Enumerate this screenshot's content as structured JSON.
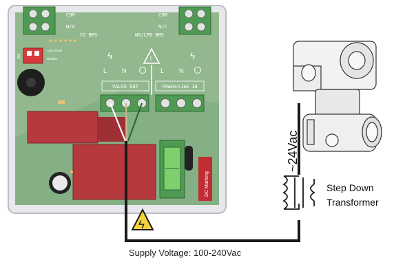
{
  "board": {
    "terminal_left_top": "COM",
    "terminal_left_bottom": "N/O",
    "terminal_left_caption": "CO BMS",
    "terminal_right_top": "COM",
    "terminal_right_bottom": "N/C",
    "terminal_right_caption": "NG/LPG BMS",
    "dip_label": "ON",
    "dip_caption_1": "Auto Reset",
    "dip_caption_2": "Disable",
    "valve_out_l": "L",
    "valve_out_n": "N",
    "power_l": "L",
    "power_n": "N",
    "valve_out_label": "VALVE OUT",
    "power_line_label": "POWER/LINE IN",
    "dc_marking": "DC Marking"
  },
  "labels": {
    "voltage_24": "~24Vac",
    "transformer_line1": "Step Down",
    "transformer_line2": "Transformer",
    "supply_voltage": "Supply Voltage: 100-240Vac"
  },
  "colors": {
    "board_case": "#e9ebee",
    "pcb_green": "#8fb58c",
    "pcb_dark_green": "#6e9b72",
    "terminal_green": "#4f9a53",
    "relay_red": "#b6393e",
    "wire_black": "#1a1a1a",
    "warning_yellow": "#f4d23a"
  }
}
